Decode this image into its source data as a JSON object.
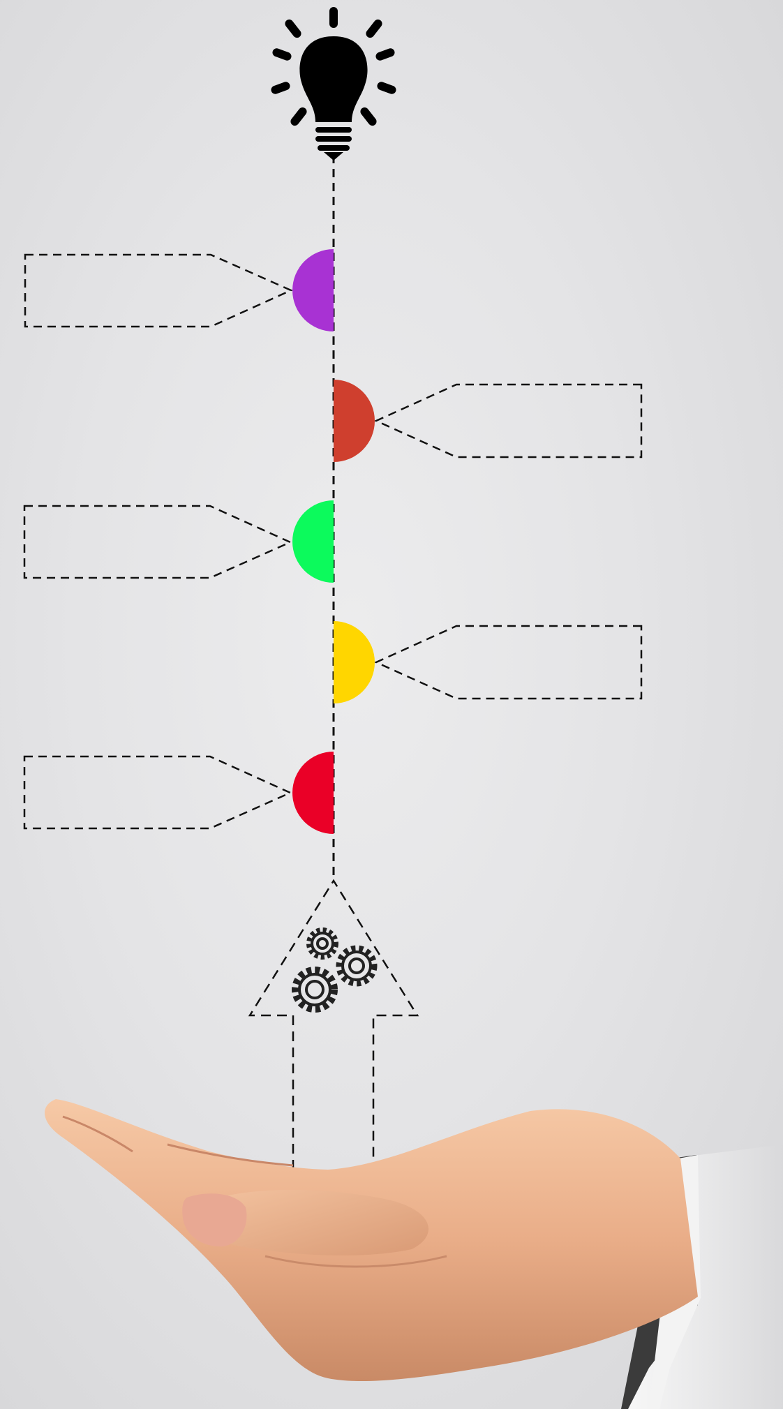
{
  "diagram": {
    "type": "vertical-timeline-infographic",
    "top_icon": "lightbulb-icon",
    "bottom_icon": "upward-arrow-with-gears-icon",
    "base_image": "open-palm-hand",
    "line_color": "#111111",
    "steps": [
      {
        "id": "step-1",
        "color": "#a832d3",
        "side": "left",
        "label": ""
      },
      {
        "id": "step-2",
        "color": "#cf3f2e",
        "side": "right",
        "label": ""
      },
      {
        "id": "step-3",
        "color": "#0cfa5c",
        "side": "left",
        "label": ""
      },
      {
        "id": "step-4",
        "color": "#ffd600",
        "side": "right",
        "label": ""
      },
      {
        "id": "step-5",
        "color": "#ea0027",
        "side": "left",
        "label": ""
      }
    ]
  }
}
